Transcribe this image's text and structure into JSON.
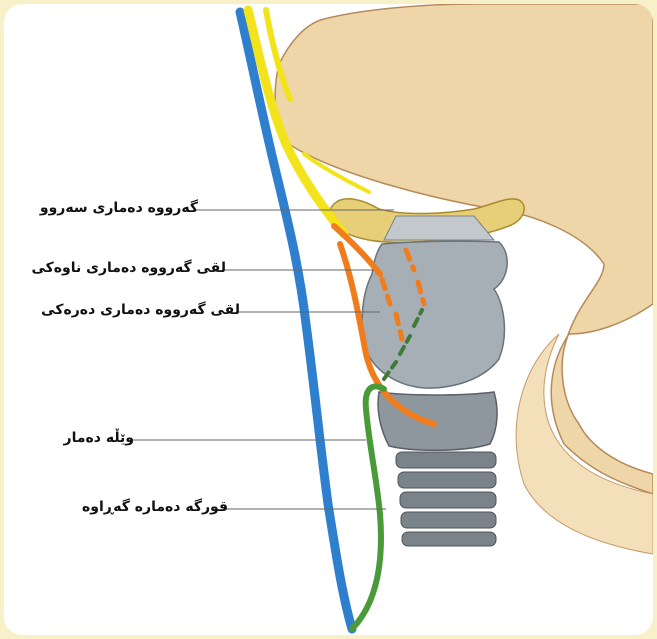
{
  "labels": {
    "superior_laryngeal_nerve": "گەرووە دەماری سەروو",
    "internal_branch": "لقی گەرووە دەماری ناوەکی",
    "external_branch": "لقی گەرووە دەماری دەرەکی",
    "vagus_nerve": "وێڵە دەمار",
    "recurrent_laryngeal_nerve": "قورگە دەمارە گەڕاوە"
  },
  "colors": {
    "page_background": "#f7f0c8",
    "superior_nerve": "#f2e31a",
    "internal_external_branches": "#f07c1c",
    "vagus": "#2f7fcf",
    "recurrent_nerve": "#4a9a3a",
    "skin": "#efd6a8",
    "cartilage": "#9aa3ab",
    "hyoid": "#e6cf76"
  }
}
